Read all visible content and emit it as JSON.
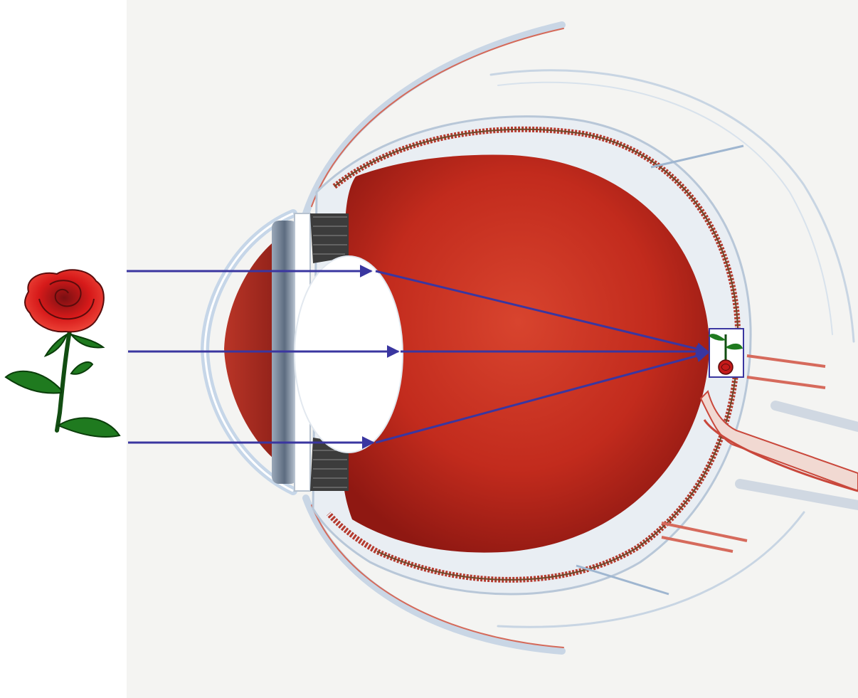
{
  "diagram": {
    "subject": "eye-cross-section",
    "object": "rose",
    "retinal_image": "inverted-rose",
    "rays": 3,
    "colors": {
      "ray": "#3a36a0",
      "eyeball_interior": "#c42a1c",
      "sclera": "#e9eef3",
      "choroid_red": "#b53a2e",
      "rose_red": "#e0191a",
      "leaf_green": "#1f7a1f",
      "panel_background": "#f4f4f2"
    }
  }
}
